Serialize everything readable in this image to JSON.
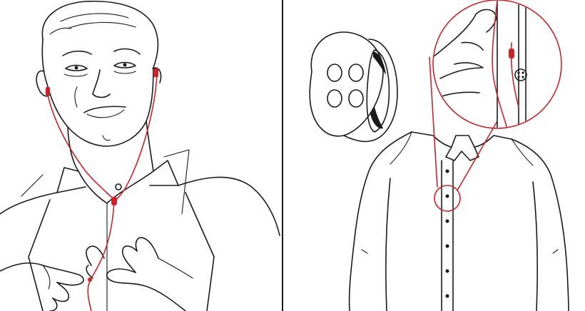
{
  "illustration": {
    "left_scene": "man-with-earbuds",
    "right_scene": "shirt-button-clip",
    "colors": {
      "ink": "#1a1a1a",
      "accent": "#d0202a",
      "background": "#ffffff"
    },
    "icons": [
      "earbud-cable",
      "button-clip",
      "shirt",
      "magnifier-circle"
    ]
  }
}
